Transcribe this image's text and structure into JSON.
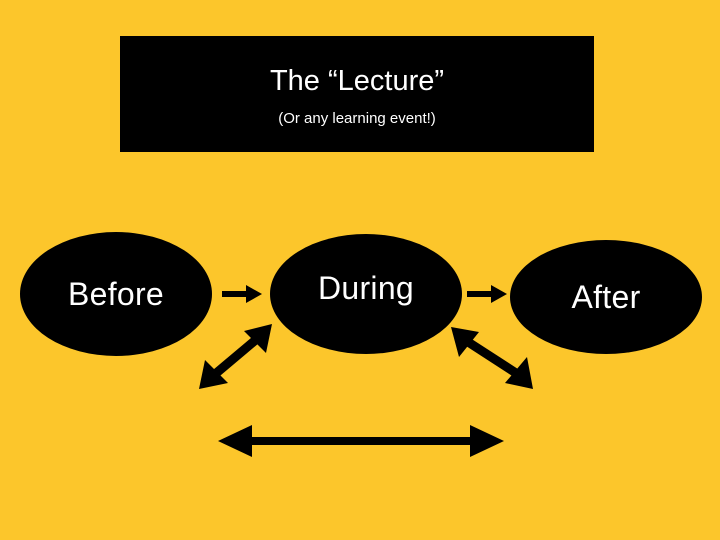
{
  "title": {
    "main": "The “Lecture”",
    "subtitle": "(Or any learning event!)"
  },
  "nodes": {
    "before": "Before",
    "during": "During",
    "after": "After"
  },
  "colors": {
    "background": "#FCC62B",
    "shapes": "#000000",
    "text_on_shapes": "#FFFFFF"
  }
}
